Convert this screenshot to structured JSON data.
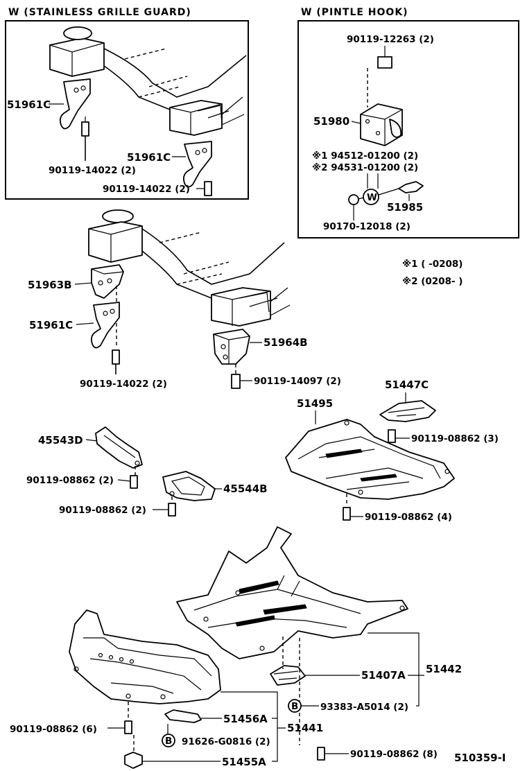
{
  "insets": {
    "grille_guard_title": "W (STAINLESS GRILLE GUARD)",
    "pintle_hook_title": "W (PINTLE HOOK)"
  },
  "notes": {
    "n1": "※1  (      -0208)",
    "n2": "※2  (0208-      )"
  },
  "labels": {
    "g_51961C_a": "51961C",
    "g_90119_14022_a": "90119-14022 (2)",
    "g_51961C_b": "51961C",
    "g_90119_14022_b": "90119-14022 (2)",
    "p_90119_12263": "90119-12263 (2)",
    "p_51980": "51980",
    "p_94512": "※1  94512-01200 (2)",
    "p_94531": "※2  94531-01200 (2)",
    "p_51985": "51985",
    "p_90170": "90170-12018 (2)",
    "m_51963B": "51963B",
    "m_51961C": "51961C",
    "m_51964B": "51964B",
    "m_90119_14022": "90119-14022 (2)",
    "m_90119_14097": "90119-14097 (2)",
    "m_51447C": "51447C",
    "m_51495": "51495",
    "m_90119_08862_3": "90119-08862 (3)",
    "m_90119_08862_4": "90119-08862 (4)",
    "m_45543D": "45543D",
    "m_90119_08862_2a": "90119-08862 (2)",
    "m_45544B": "45544B",
    "m_90119_08862_2b": "90119-08862 (2)",
    "b_51407A": "51407A",
    "b_51442": "51442",
    "b_93383": "93383-A5014 (2)",
    "b_51456A": "51456A",
    "b_51441": "51441",
    "b_91626": "91626-G0816 (2)",
    "b_90119_08862_6": "90119-08862 (6)",
    "b_90119_08862_8": "90119-08862 (8)",
    "b_51455A": "51455A",
    "b_circle_1": "B",
    "b_circle_2": "B",
    "w_circle": "W",
    "diagram_id": "510359-I"
  }
}
